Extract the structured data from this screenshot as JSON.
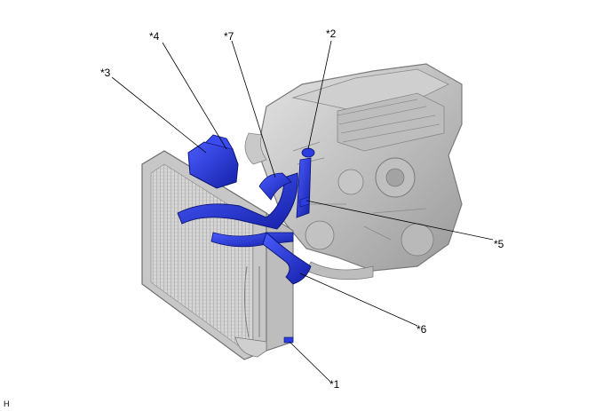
{
  "callouts": {
    "c1": "*1",
    "c2": "*2",
    "c3": "*3",
    "c4": "*4",
    "c5": "*5",
    "c6": "*6",
    "c7": "*7"
  },
  "corner_code": "H",
  "colors": {
    "highlight": "#1f2fd6",
    "engine_grey": "#a8a8a8",
    "line": "#000000"
  }
}
